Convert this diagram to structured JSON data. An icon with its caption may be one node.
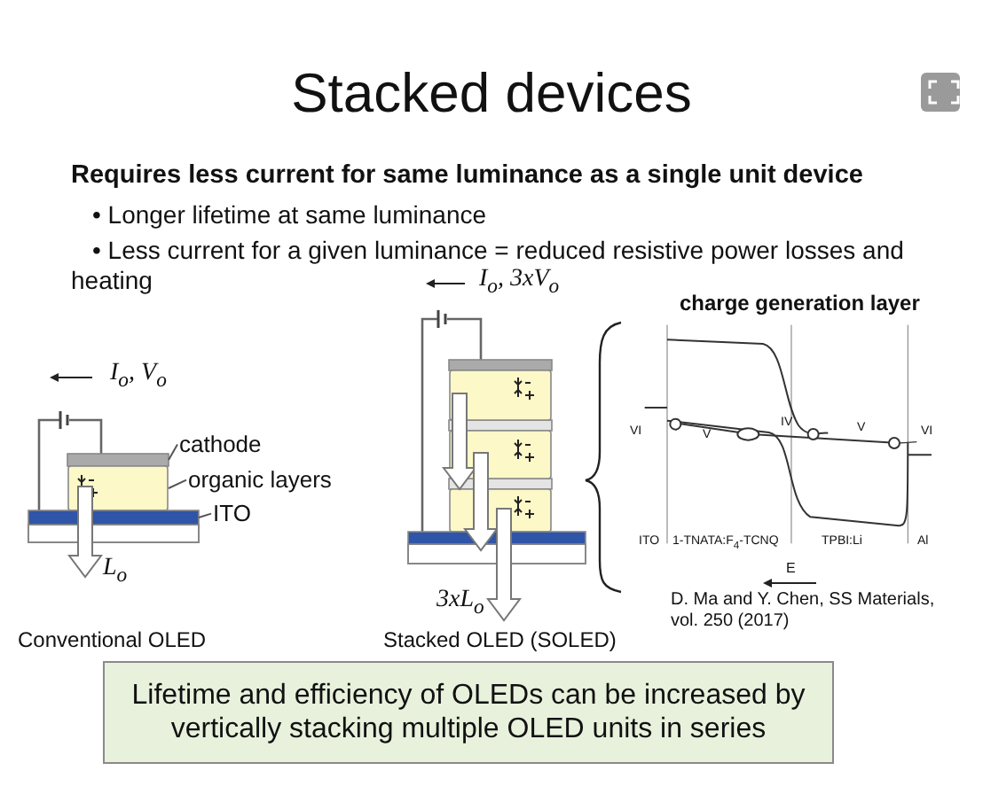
{
  "diagram": {
    "title": "Stacked devices",
    "nodes": [
      {
        "text": [
          "Lifetime and efficiency of OLEDs can be increased by vertically stacking multiple OLED units in series"
        ]
      },
      {
        "text": [
          "cathode"
        ]
      },
      {
        "text": [
          "organic layers"
        ]
      },
      {
        "text": [
          "ITO"
        ]
      },
      {
        "text": [],
        "shape": "bar"
      },
      {
        "text": [],
        "shape": "box"
      },
      {
        "text": [],
        "shape": "bar"
      },
      {
        "text": [],
        "shape": "box"
      },
      {
        "text": [],
        "shape": "box"
      },
      {
        "text": [],
        "shape": "box"
      }
    ],
    "edges": [
      {
        "from": 1,
        "to": 4,
        "arrow": "none"
      },
      {
        "from": 2,
        "to": 5,
        "arrow": "none"
      },
      {
        "from": 3,
        "to": 6,
        "arrow": "none"
      },
      {
        "from": 5,
        "to": null,
        "arrow": "to"
      },
      {
        "from": 7,
        "to": null,
        "arrow": "to"
      },
      {
        "from": 8,
        "to": null,
        "arrow": "to"
      },
      {
        "from": 9,
        "to": null,
        "arrow": "to"
      }
    ],
    "labels": [
      "Requires less current for same luminance as a single unit device",
      "• Longer lifetime at same luminance",
      "• Less current for a given luminance = reduced resistive power losses and heating",
      "I$_{o}$, V$_{o}$",
      "L$_{o}$",
      "Conventional OLED",
      "I$_{o}$, 3xV$_{o}$",
      "3xL$_{o}$",
      "Stacked OLED (SOLED)",
      "charge generation layer",
      "VI",
      "V",
      "IV",
      "V",
      "VI",
      "ITO",
      "1-TNATA:F$_{4}$-TCNQ",
      "TPBI:Li",
      "Al",
      "E",
      "D. Ma and Y. Chen, SS Materials, vol. 250 (2017)"
    ]
  }
}
